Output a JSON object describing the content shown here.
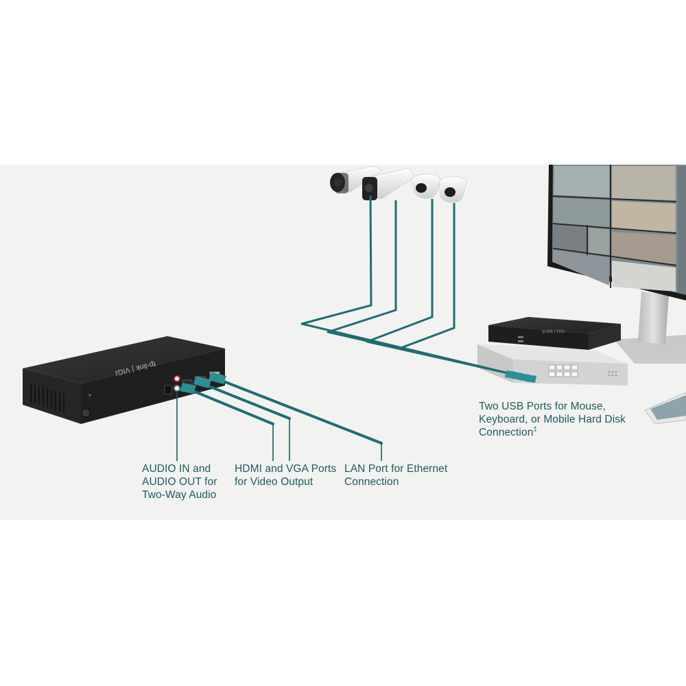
{
  "callouts": {
    "audio": "AUDIO IN and\nAUDIO OUT for\nTwo-Way Audio",
    "hdmi": "HDMI and VGA Ports\nfor Video Output",
    "lan": "LAN Port for Ethernet\nConnection",
    "usb_main": "Two USB Ports for Mouse,\nKeyboard, or Mobile Hard Disk\nConnection",
    "usb_mark": "‡"
  },
  "device_branding": {
    "logo_text": "tp-link | VIGI"
  },
  "colors": {
    "background_band": "#f2f2f1",
    "text": "#1f5a5f",
    "cable": "#1d6d73",
    "cable_bright": "#2d8f96",
    "device_body": "#2a2a2a",
    "switch_body": "#d9d9d9"
  }
}
